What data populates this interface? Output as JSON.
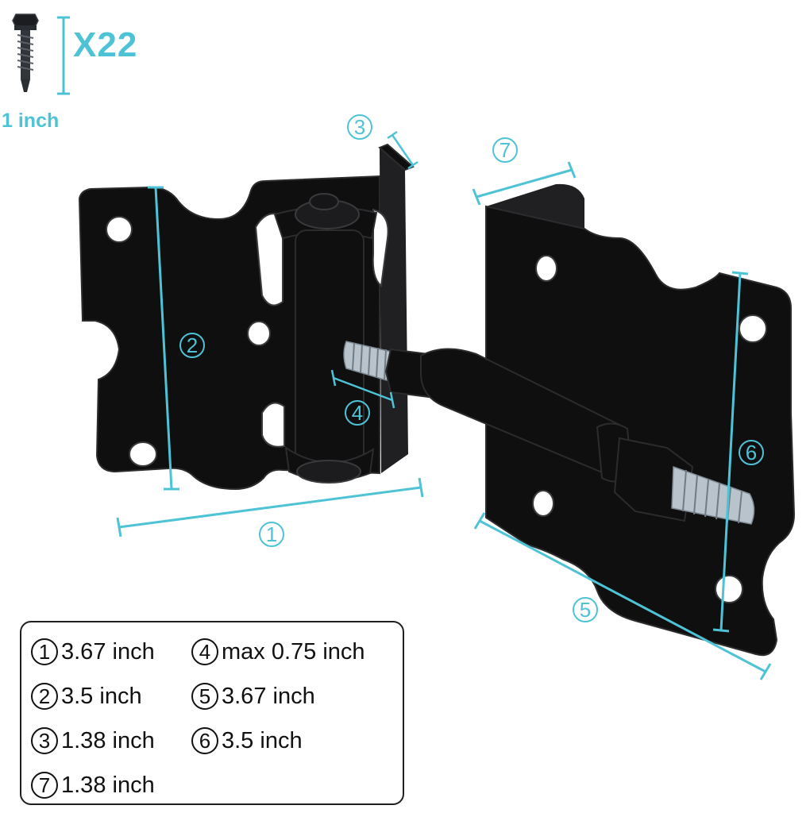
{
  "hardware": {
    "screw_quantity": "X22",
    "screw_length": "1 inch"
  },
  "markers": {
    "m1": "1",
    "m2": "2",
    "m3": "3",
    "m4": "4",
    "m5": "5",
    "m6": "6",
    "m7": "7"
  },
  "specs": [
    {
      "num": "1",
      "value": "3.67 inch"
    },
    {
      "num": "2",
      "value": "3.5 inch"
    },
    {
      "num": "3",
      "value": "1.38 inch"
    },
    {
      "num": "7",
      "value": "1.38 inch"
    },
    {
      "num": "4",
      "value": "max 0.75 inch"
    },
    {
      "num": "5",
      "value": "3.67 inch"
    },
    {
      "num": "6",
      "value": "3.5 inch"
    }
  ],
  "colors": {
    "accent": "#4fc3d6",
    "metal": "#0f0f10",
    "thread": "#b9c3cb"
  }
}
